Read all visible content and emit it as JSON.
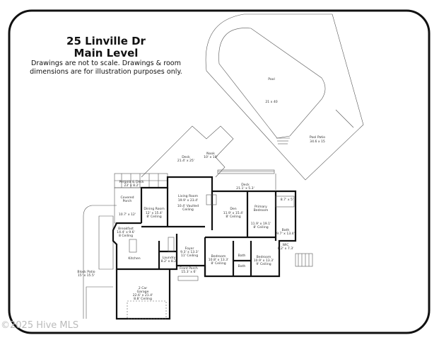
{
  "header": {
    "address": "25 Linville Dr",
    "level": "Main Level",
    "disclaimer_line1": "Drawings are not to scale. Drawings & room",
    "disclaimer_line2": "dimensions are for illustration purposes only."
  },
  "rooms": {
    "pool": {
      "name": "Pool",
      "dims": "21 x 40"
    },
    "pool_patio": {
      "name": "Pool Patio",
      "dims": "34.6 x 15"
    },
    "deck_large": {
      "name": "Deck",
      "dims": "21.4' x 25'"
    },
    "nook": {
      "name": "Nook",
      "dims": "10' x 10'"
    },
    "deck_small": {
      "name": "Deck",
      "dims": "21.1' x 5.3'"
    },
    "pergola": {
      "name": "Pergola & Deck",
      "dims": "23' x 8.2'"
    },
    "covered_porch": {
      "name": "Covered",
      "name2": "Porch",
      "dims": "10.7' x 12'"
    },
    "dining": {
      "name": "Dining Room",
      "dims": "12' x 15.4'",
      "ceiling": "8' Ceiling"
    },
    "living": {
      "name": "Living Room",
      "dims": "19.9' x 23.4'",
      "ceiling": "10.4' Vaulted",
      "ceiling2": "Ceiling"
    },
    "den": {
      "name": "Den",
      "dims": "11.9' x 15.4'",
      "ceiling": "8' Ceiling"
    },
    "primary": {
      "name": "Primary",
      "name2": "Bedroom",
      "dims": "11.9' x 19.1'",
      "ceiling": "8' Ceiling"
    },
    "closet": {
      "dims": "8.7' x 5'"
    },
    "primary_bath": {
      "name": "Bath",
      "dims": "9.7' x 13.4'"
    },
    "wic": {
      "name": "WIC",
      "dims": "8.2' x 7.3'"
    },
    "breakfast": {
      "name": "Breakfast",
      "dims": "14.4' x 9.6'",
      "ceiling": "8 Ceiling"
    },
    "kitchen": {
      "name": "Kitchen"
    },
    "laundry": {
      "name": "Laundry",
      "dims": "8.2' x 8.2'"
    },
    "foyer": {
      "name": "Foyer",
      "dims": "9.3' x 13.3'",
      "ceiling": "11' Ceiling"
    },
    "bedroom2": {
      "name": "Bedroom",
      "dims": "10.8' x 13.3'",
      "ceiling": "8' Ceiling"
    },
    "bedroom3": {
      "name": "Bedroom",
      "dims": "10.9' x 13.3'",
      "ceiling": "9' Ceiling"
    },
    "bath_a": {
      "name": "Bath"
    },
    "bath_b": {
      "name": "Bath"
    },
    "front_porch": {
      "name": "Front Porch",
      "dims": "15.3' x 6'"
    },
    "block_patio": {
      "name": "Block Patio",
      "dims": "15' x 15.5'"
    },
    "garage": {
      "name": "2 Car",
      "name2": "Garage",
      "dims": "22.6' x 21.4'",
      "ceiling": "8.8' Ceiling"
    }
  },
  "watermark": "©2025 Hive MLS"
}
